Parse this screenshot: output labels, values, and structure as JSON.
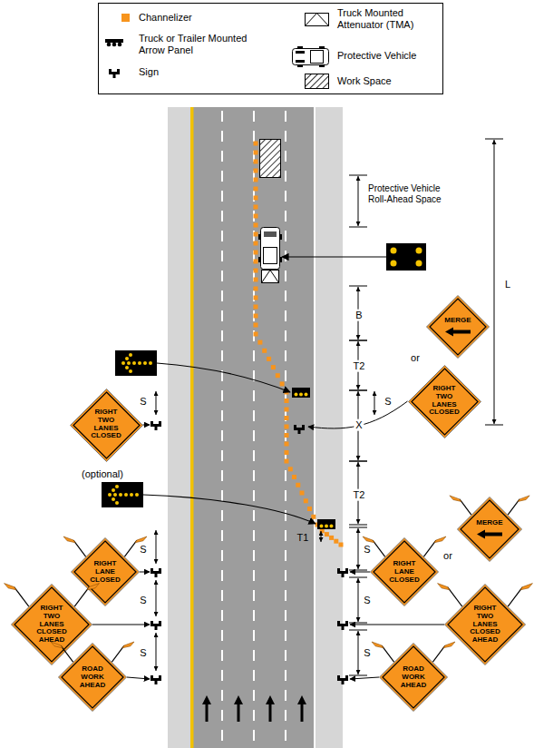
{
  "diagram": {
    "nodes": [
      {
        "text": [
          "MERGE"
        ]
      },
      {
        "text": [
          "RIGHT TWO LANES CLOSED"
        ]
      },
      {
        "text": [
          "RIGHT TWO LANES CLOSED"
        ]
      },
      {
        "text": [
          "MERGE"
        ]
      },
      {
        "text": [
          "RIGHT LANE CLOSED"
        ]
      },
      {
        "text": [
          "RIGHT LANE CLOSED"
        ]
      },
      {
        "text": [
          "RIGHT TWO LANES CLOSED AHEAD"
        ]
      },
      {
        "text": [
          "RIGHT TWO LANES CLOSED AHEAD"
        ]
      },
      {
        "text": [
          "ROAD WORK AHEAD"
        ]
      },
      {
        "text": [
          "ROAD WORK AHEAD"
        ]
      }
    ],
    "labels": [
      "Protective Vehicle Roll-Ahead Space",
      "L",
      "B",
      "or",
      "T2",
      "S",
      "S",
      "X",
      "(optional)",
      "T2",
      "T1",
      "or",
      "S",
      "S",
      "S",
      "S",
      "S",
      "S"
    ],
    "legend": [
      {
        "text": "Channelizer",
        "color": "#f7941d"
      },
      {
        "text": "Truck or Trailer Mounted Arrow Panel"
      },
      {
        "text": "Sign"
      },
      {
        "text": "Truck Mounted Attenuator (TMA)"
      },
      {
        "text": "Protective Vehicle"
      },
      {
        "text": "Work Space"
      }
    ]
  }
}
